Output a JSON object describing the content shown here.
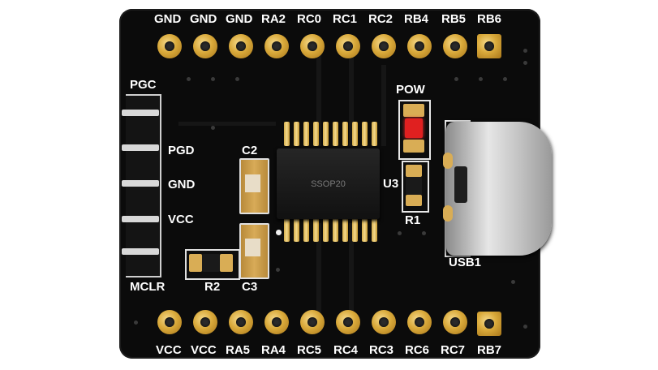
{
  "board": {
    "top_pins": [
      "GND",
      "GND",
      "GND",
      "RA2",
      "RC0",
      "RC1",
      "RC2",
      "RB4",
      "RB5",
      "RB6"
    ],
    "bottom_pins": [
      "VCC",
      "VCC",
      "RA5",
      "RA4",
      "RC5",
      "RC4",
      "RC3",
      "RC6",
      "RC7",
      "RB7"
    ],
    "header_labels": {
      "pgc": "PGC",
      "pgd": "PGD",
      "gnd": "GND",
      "vcc": "VCC",
      "mclr": "MCLR"
    },
    "designators": {
      "c2": "C2",
      "c3": "C3",
      "r1": "R1",
      "r2": "R2",
      "u3": "U3",
      "pow": "POW",
      "usb1": "USB1"
    },
    "ic_package": "SSOP20"
  },
  "colors": {
    "pcb": "#0b0b0b",
    "silkscreen": "#ffffff",
    "gold": "#d9a93a",
    "led": "#e02020"
  }
}
